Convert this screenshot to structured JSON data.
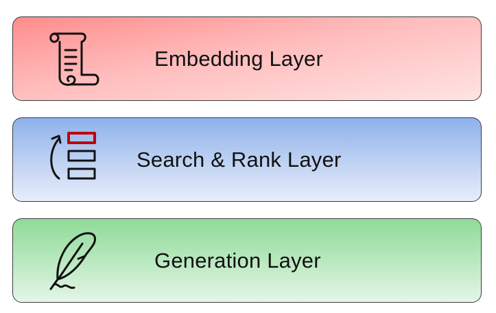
{
  "layers": [
    {
      "label": "Embedding Layer",
      "icon": "scroll-icon",
      "color": "#ff8c8c"
    },
    {
      "label": "Search & Rank Layer",
      "icon": "rank-list-icon",
      "color": "#8eb1ec",
      "accent": "#c00000"
    },
    {
      "label": "Generation Layer",
      "icon": "quill-icon",
      "color": "#8fdb97"
    }
  ]
}
